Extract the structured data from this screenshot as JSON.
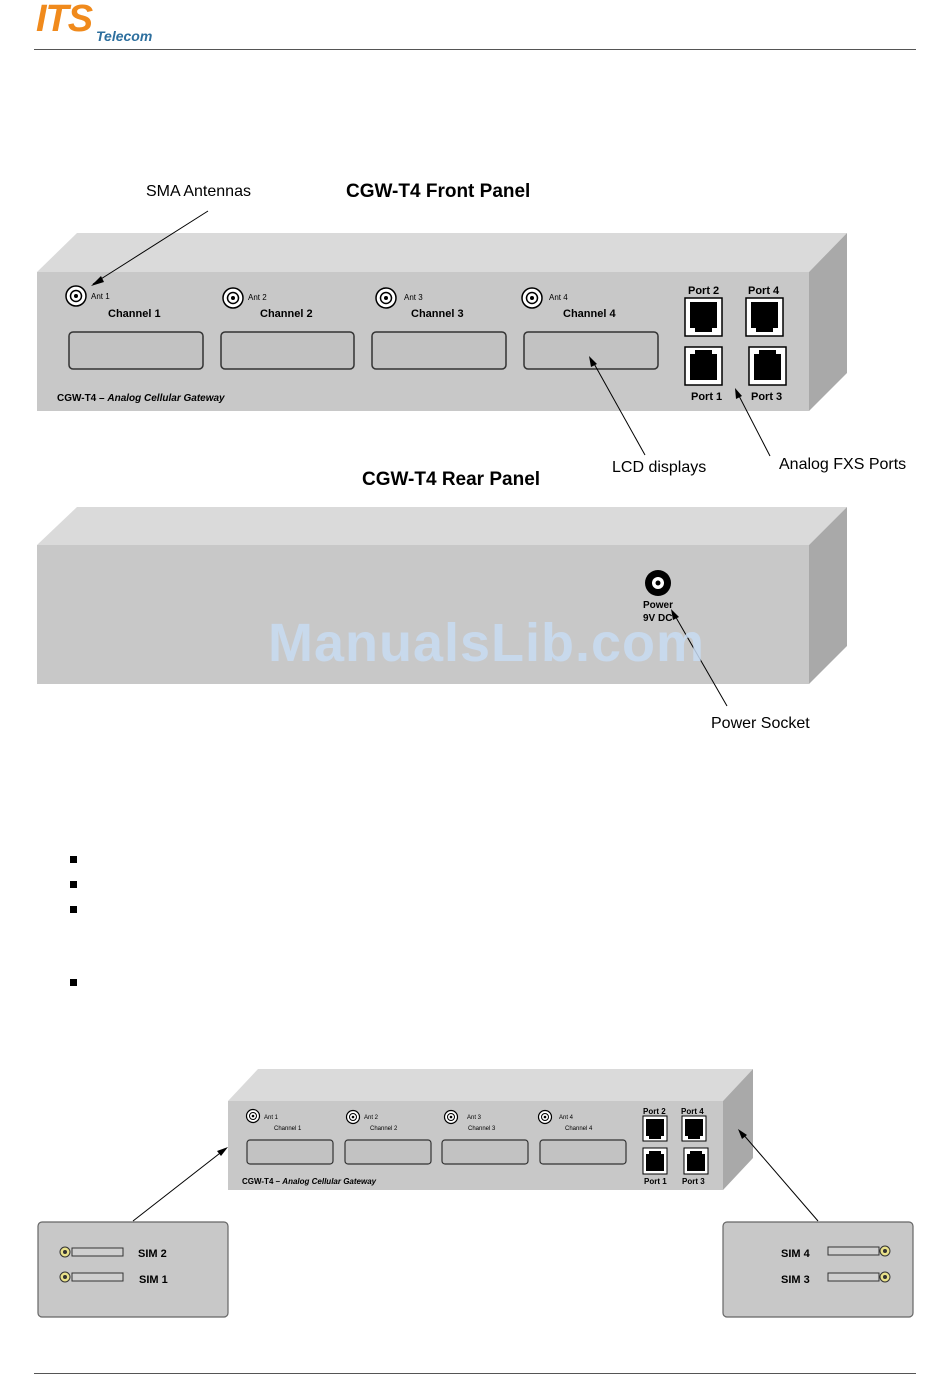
{
  "header": {
    "logo_main": "ITS",
    "logo_sub": "Telecom"
  },
  "front_panel": {
    "title": "CGW-T4 Front Panel",
    "callouts": {
      "antennas": "SMA Antennas",
      "lcd": "LCD displays",
      "fxs": "Analog FXS Ports"
    },
    "channels": [
      {
        "ant": "Ant 1",
        "label": "Channel 1"
      },
      {
        "ant": "Ant 2",
        "label": "Channel 2"
      },
      {
        "ant": "Ant 3",
        "label": "Channel 3"
      },
      {
        "ant": "Ant 4",
        "label": "Channel 4"
      }
    ],
    "ports": {
      "p1": "Port 1",
      "p2": "Port 2",
      "p3": "Port 3",
      "p4": "Port 4"
    },
    "device_label": "CGW-T4 – ",
    "device_desc": "Analog Cellular Gateway"
  },
  "rear_panel": {
    "title": "CGW-T4 Rear Panel",
    "power_line1": "Power",
    "power_line2": "9V DC",
    "callout": "Power Socket"
  },
  "watermark": "ManualsLib.com",
  "sim_diagram": {
    "channels": [
      {
        "ant": "Ant 1",
        "label": "Channel 1"
      },
      {
        "ant": "Ant 2",
        "label": "Channel 2"
      },
      {
        "ant": "Ant 3",
        "label": "Channel 3"
      },
      {
        "ant": "Ant 4",
        "label": "Channel 4"
      }
    ],
    "ports": {
      "p1": "Port 1",
      "p2": "Port 2",
      "p3": "Port 3",
      "p4": "Port 4"
    },
    "device_label": "CGW-T4 – ",
    "device_desc": "Analog Cellular Gateway",
    "left_sims": [
      "SIM 2",
      "SIM 1"
    ],
    "right_sims": [
      "SIM 4",
      "SIM 3"
    ]
  },
  "colors": {
    "panel_face": "#c8c8c8",
    "panel_top": "#dadada",
    "panel_side": "#a9a9a9",
    "logo_orange": "#f08a1c",
    "logo_blue": "#2d6f9e"
  }
}
